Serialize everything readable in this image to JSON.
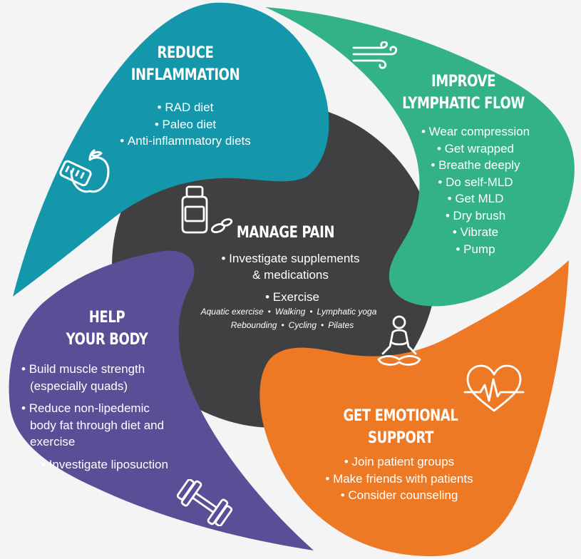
{
  "colors": {
    "background": "#f4f4f5",
    "manage_pain": "#404042",
    "reduce_inflammation": "#1497ab",
    "improve_lymphatic_flow": "#33b385",
    "emotional_support": "#ee7925",
    "help_body": "#5b4d96",
    "text": "#ffffff"
  },
  "sections": {
    "reduce_inflammation": {
      "title_line1": "REDUCE",
      "title_line2": "INFLAMMATION",
      "items": [
        "RAD diet",
        "Paleo diet",
        "Anti-inflammatory diets"
      ],
      "icon": "apple-measuring-tape-icon"
    },
    "improve_lymphatic_flow": {
      "title_line1": "IMPROVE",
      "title_line2": "LYMPHATIC FLOW",
      "items": [
        "Wear compression",
        "Get wrapped",
        "Breathe deeply",
        "Do self-MLD",
        "Get MLD",
        "Dry brush",
        "Vibrate",
        "Pump"
      ],
      "icon": "wind-icon"
    },
    "manage_pain": {
      "title": "MANAGE PAIN",
      "items": [
        "Investigate supplements",
        "& medications"
      ],
      "exercise_label": "Exercise",
      "exercise_types_line1": [
        "Aquatic exercise",
        "Walking",
        "Lymphatic yoga"
      ],
      "exercise_types_line2": [
        "Rebounding",
        "Cycling",
        "Pilates"
      ],
      "icons": [
        "pill-bottle-icon",
        "meditation-icon"
      ]
    },
    "help_your_body": {
      "title_line1": "HELP",
      "title_line2": "YOUR BODY",
      "items": [
        "Build muscle strength (especially quads)",
        "Reduce non-lipedemic body fat through diet and exercise",
        "Investigate liposuction"
      ],
      "icon": "dumbbell-icon"
    },
    "get_emotional_support": {
      "title_line1": "GET EMOTIONAL",
      "title_line2": "SUPPORT",
      "items": [
        "Join patient groups",
        "Make friends with patients",
        "Consider counseling"
      ],
      "icon": "heart-heartbeat-icon"
    }
  }
}
